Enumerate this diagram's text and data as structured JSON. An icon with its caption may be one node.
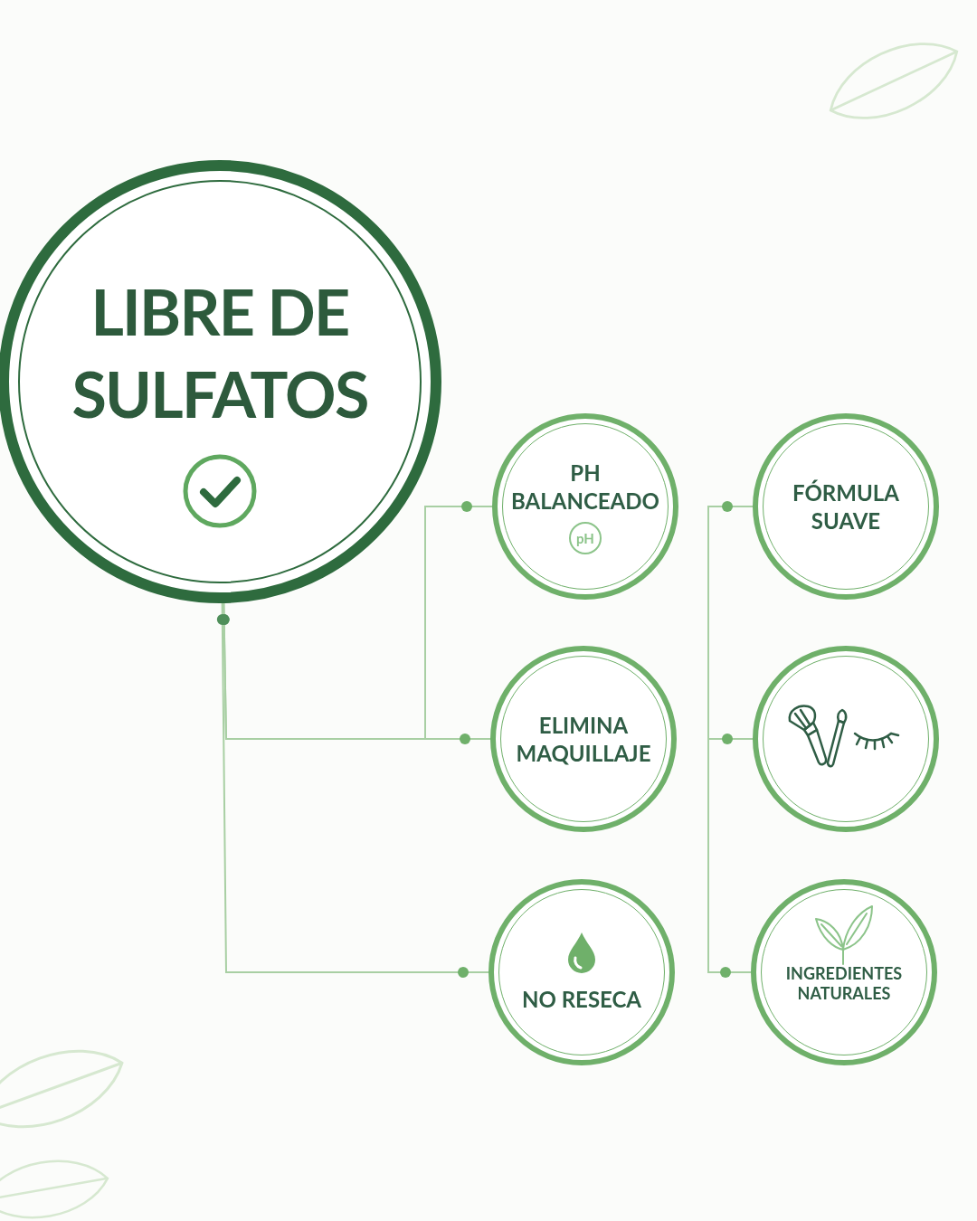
{
  "diagram": {
    "nodes": [
      {
        "text": [
          "LIBRE DE SULFATOS"
        ]
      },
      {
        "text": [
          "PH BALANCEADO",
          "pH"
        ]
      },
      {
        "text": [
          "ELIMINA MAQUILLAJE"
        ]
      },
      {
        "text": [
          "NO RESECA"
        ]
      },
      {
        "text": [
          "FÓRMULA SUAVE"
        ]
      },
      {
        "text": [],
        "shape": "circle"
      },
      {
        "text": [
          "INGREDIENTES NATURALES"
        ]
      }
    ],
    "edges": [
      {
        "from": 0,
        "to": 1,
        "arrow": "other"
      },
      {
        "from": 0,
        "to": 2,
        "arrow": "other"
      },
      {
        "from": 0,
        "to": 3,
        "arrow": "other"
      },
      {
        "from": null,
        "to": 4,
        "arrow": "other"
      },
      {
        "from": null,
        "to": 5,
        "arrow": "other"
      },
      {
        "from": null,
        "to": 6,
        "arrow": "other"
      }
    ]
  }
}
